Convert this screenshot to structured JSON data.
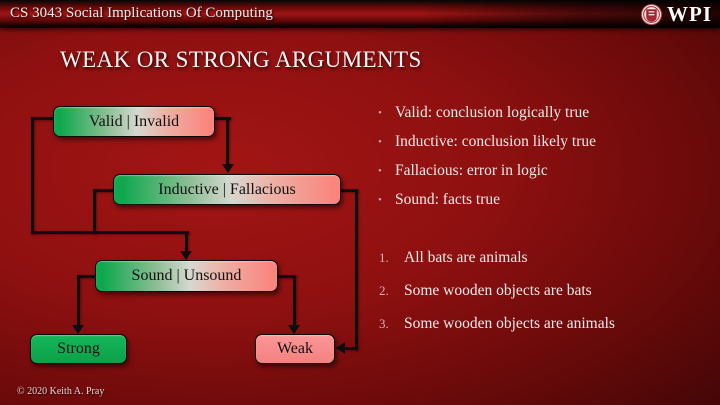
{
  "header": {
    "course_title": "CS 3043 Social Implications Of Computing",
    "logo": {
      "text": "WPI",
      "crest_icon": "wpi-crest-icon"
    }
  },
  "title": "WEAK OR STRONG ARGUMENTS",
  "flowchart": {
    "nodes": [
      {
        "id": "valid-invalid",
        "label": "Valid | Invalid",
        "fill": "green-to-pink-gradient"
      },
      {
        "id": "inductive-fallacious",
        "label": "Inductive | Fallacious",
        "fill": "green-to-pink-gradient"
      },
      {
        "id": "sound-unsound",
        "label": "Sound | Unsound",
        "fill": "green-to-pink-gradient"
      },
      {
        "id": "strong",
        "label": "Strong",
        "fill": "green"
      },
      {
        "id": "weak",
        "label": "Weak",
        "fill": "pink"
      }
    ],
    "edges": [
      {
        "from": "valid-invalid",
        "to": "inductive-fallacious"
      },
      {
        "from": "valid-invalid",
        "to": "sound-unsound"
      },
      {
        "from": "inductive-fallacious",
        "to": "sound-unsound"
      },
      {
        "from": "inductive-fallacious",
        "to": "weak"
      },
      {
        "from": "sound-unsound",
        "to": "strong"
      },
      {
        "from": "sound-unsound",
        "to": "weak"
      }
    ]
  },
  "bullets": {
    "char": "•",
    "items": [
      "Valid: conclusion logically true",
      "Inductive: conclusion likely true",
      "Fallacious: error in logic",
      "Sound: facts true"
    ]
  },
  "numbered_list": {
    "markers": [
      "1.",
      "2.",
      "3."
    ],
    "items": [
      "All bats are animals",
      "Some wooden objects are bats",
      "Some wooden objects are animals"
    ]
  },
  "footer": {
    "copyright": "© 2020 Keith A. Pray"
  },
  "colors": {
    "background_center": "#9c1212",
    "background_edge": "#1e0202",
    "node_green": "#0fae52",
    "node_pink": "#f98c8c",
    "node_neutral_mid": "#d6d8d0",
    "connector": "#0d0d0d",
    "text_light": "#f2eaea",
    "bullet_marker": "#c9a0a0"
  }
}
